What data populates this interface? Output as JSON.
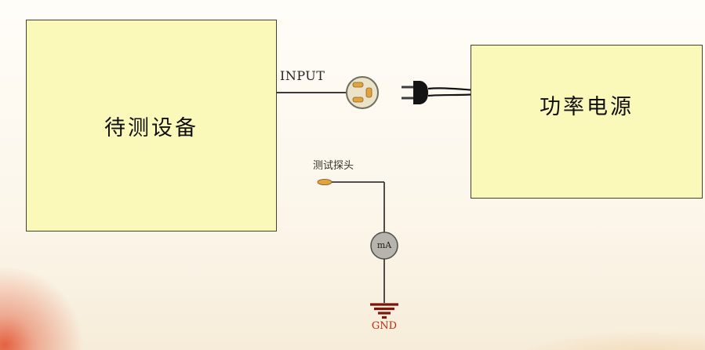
{
  "diagram": {
    "device_box_label": "待测设备",
    "power_box_label": "功率电源",
    "input_label": "INPUT",
    "probe_label": "测试探头",
    "meter_label": "mA",
    "ground_label": "GND"
  },
  "icons": {
    "socket": "power-socket-icon",
    "plug": "power-plug-icon",
    "probe_tip": "test-probe-tip-icon",
    "meter": "milliammeter-icon",
    "ground": "earth-ground-icon"
  },
  "colors": {
    "box_fill": "#fbf9b9",
    "box_border": "#43432f",
    "wire": "#3a3a3a",
    "socket_fill": "#eae3c9",
    "slot_orange": "#e1a33e",
    "plug_black": "#141414",
    "meter_fill": "#b6b4ad",
    "ground_symbol": "#7d150b",
    "gnd_text_red": "#c3290b",
    "background_cream": "#fcf6ea",
    "corner_glow_red": "#de3a16"
  }
}
